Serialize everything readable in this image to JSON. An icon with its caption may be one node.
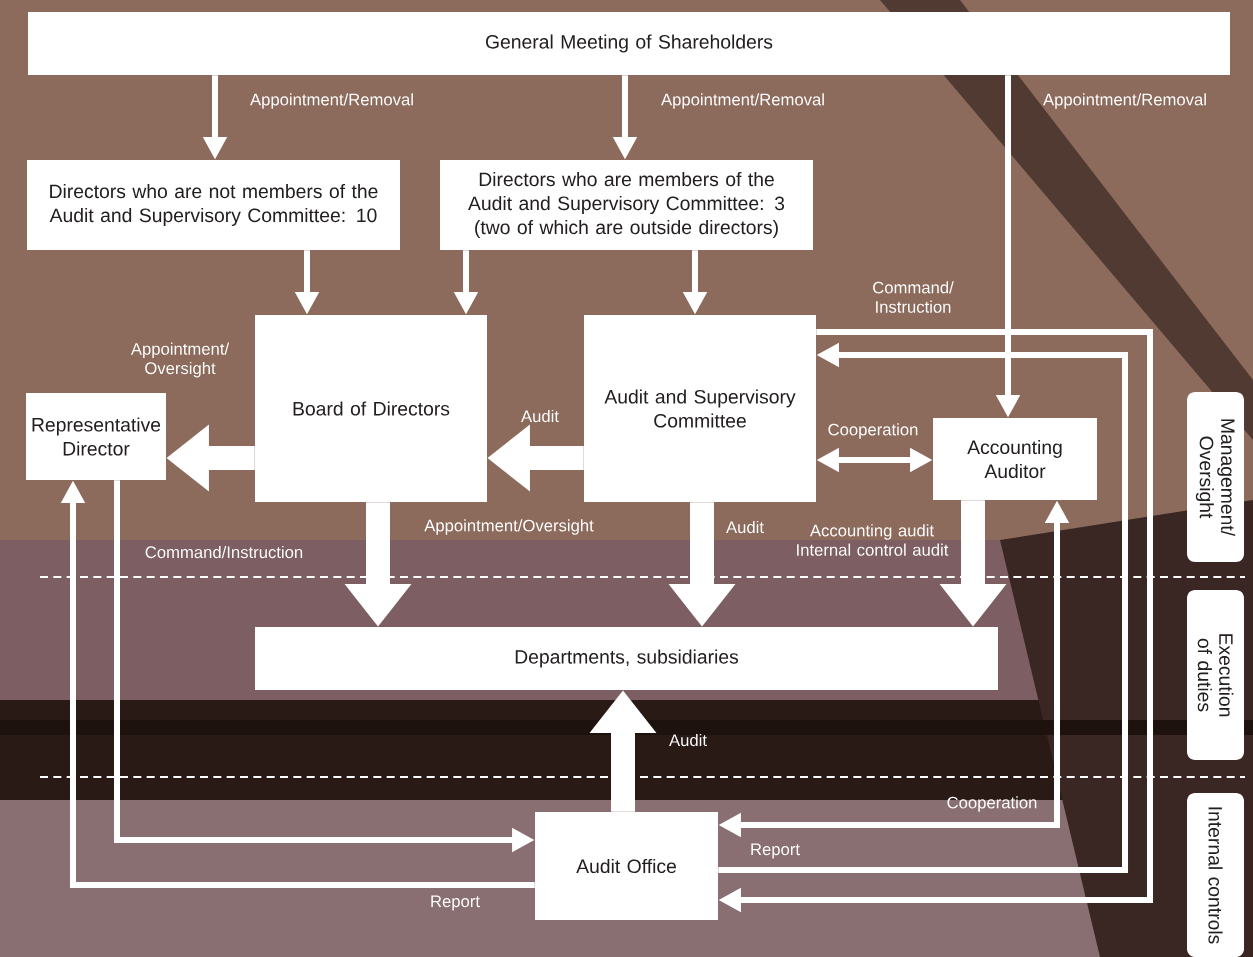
{
  "diagram": {
    "nodes": [
      {
        "text": [
          "General Meeting of Shareholders"
        ]
      },
      {
        "text": [
          "Directors who are not members of the Audit and Supervisory Committee: 10"
        ]
      },
      {
        "text": [
          "Directors who are members of the Audit and Supervisory Committee: 3 (two of which are outside directors)"
        ]
      },
      {
        "text": [
          "Board of Directors"
        ]
      },
      {
        "text": [
          "Audit and Supervisory Committee"
        ]
      },
      {
        "text": [
          "Representative Director"
        ]
      },
      {
        "text": [
          "Accounting Auditor"
        ]
      },
      {
        "text": [
          "Departments, subsidiaries"
        ]
      },
      {
        "text": [
          "Audit Office"
        ]
      },
      {
        "text": [
          "Management/ Oversight"
        ]
      },
      {
        "text": [
          "Execution of duties"
        ]
      },
      {
        "text": [
          "Internal controls"
        ]
      }
    ],
    "edges": [
      {
        "from": 0,
        "to": 1,
        "arrow": "to",
        "label": "Appointment/Removal"
      },
      {
        "from": 0,
        "to": 2,
        "arrow": "to",
        "label": "Appointment/Removal"
      },
      {
        "from": 0,
        "to": 6,
        "arrow": "to",
        "label": "Appointment/Removal"
      },
      {
        "from": 1,
        "to": 3,
        "arrow": "to"
      },
      {
        "from": 2,
        "to": 3,
        "arrow": "to"
      },
      {
        "from": 2,
        "to": 4,
        "arrow": "to"
      },
      {
        "from": 3,
        "to": 5,
        "arrow": "to",
        "label": "Appointment/ Oversight",
        "style": "thick"
      },
      {
        "from": 4,
        "to": 3,
        "arrow": "to",
        "label": "Audit",
        "style": "thick"
      },
      {
        "from": 4,
        "to": 6,
        "arrow": "both",
        "label": "Cooperation"
      },
      {
        "from": 3,
        "to": 7,
        "arrow": "to",
        "label": "Appointment/Oversight",
        "style": "thick"
      },
      {
        "from": 4,
        "to": 7,
        "arrow": "to",
        "label": "Audit",
        "style": "thick"
      },
      {
        "from": 6,
        "to": 7,
        "arrow": "to",
        "label": "Accounting audit Internal control audit",
        "style": "thick"
      },
      {
        "from": 8,
        "to": 7,
        "arrow": "to",
        "label": "Audit",
        "style": "thick"
      },
      {
        "from": 5,
        "to": 8,
        "arrow": "to",
        "label": "Command/Instruction"
      },
      {
        "from": 8,
        "to": 5,
        "arrow": "to",
        "label": "Report"
      },
      {
        "from": 8,
        "to": 6,
        "arrow": "both",
        "label": "Cooperation"
      },
      {
        "from": 8,
        "to": 4,
        "arrow": "to",
        "label": "Report"
      },
      {
        "from": 4,
        "to": 8,
        "arrow": "to",
        "label": "Command/ Instruction"
      }
    ]
  }
}
